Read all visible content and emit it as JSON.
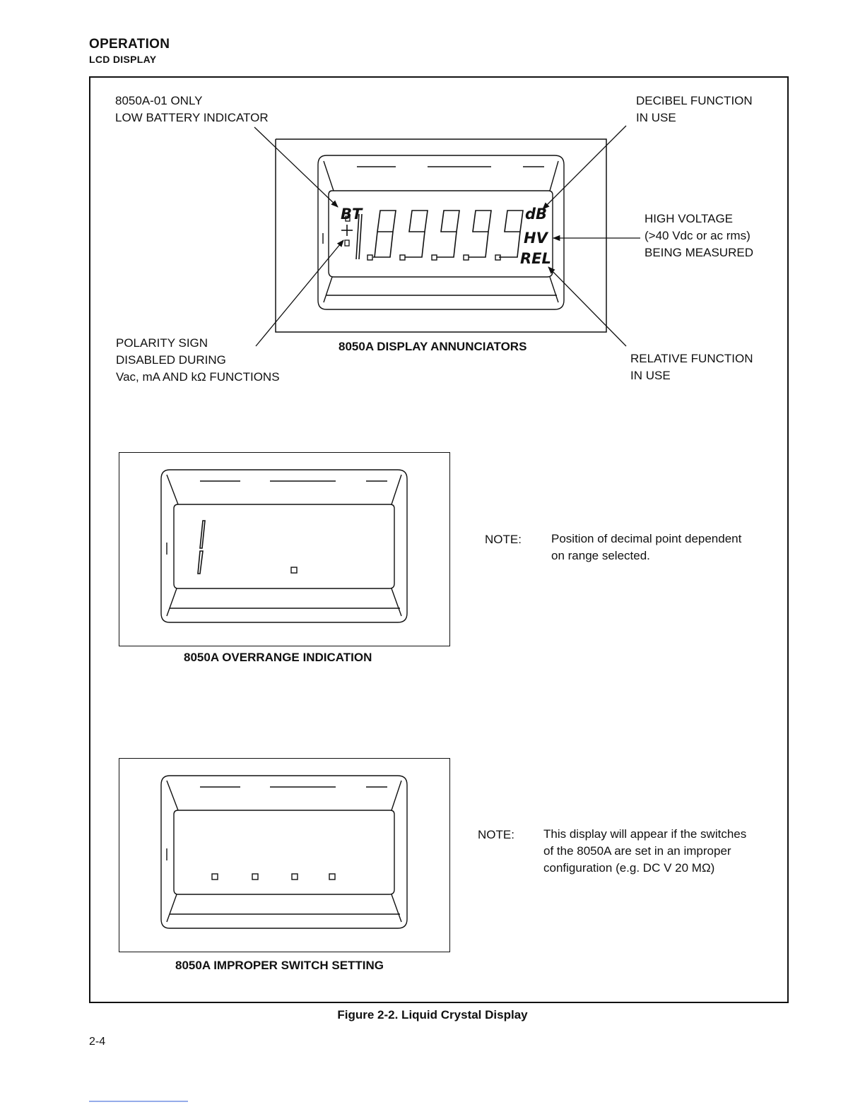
{
  "header": {
    "section": "OPERATION",
    "subsection": "LCD DISPLAY"
  },
  "top_figure": {
    "callouts": {
      "low_battery": "8050A-01 ONLY\nLOW BATTERY INDICATOR",
      "decibel": "DECIBEL FUNCTION\nIN USE",
      "high_voltage": "HIGH VOLTAGE\n(>40 Vdc or ac rms)\nBEING MEASURED",
      "polarity": "POLARITY SIGN\nDISABLED DURING\nVac, mA AND kΩ FUNCTIONS",
      "relative": "RELATIVE FUNCTION\nIN USE"
    },
    "annunciators": {
      "bt": "BT",
      "db": "dB",
      "hv": "HV",
      "rel": "REL"
    },
    "caption": "8050A DISPLAY ANNUNCIATORS"
  },
  "overrange": {
    "caption": "8050A OVERRANGE INDICATION",
    "note_label": "NOTE:",
    "note_text": "Position of decimal point dependent\non range selected."
  },
  "improper": {
    "caption": "8050A IMPROPER SWITCH SETTING",
    "note_label": "NOTE:",
    "note_text": "This display will appear if the switches\nof the 8050A are set in an improper\nconfiguration (e.g. DC V 20 MΩ)"
  },
  "figure_caption": "Figure 2-2. Liquid Crystal Display",
  "page_number": "2-4"
}
